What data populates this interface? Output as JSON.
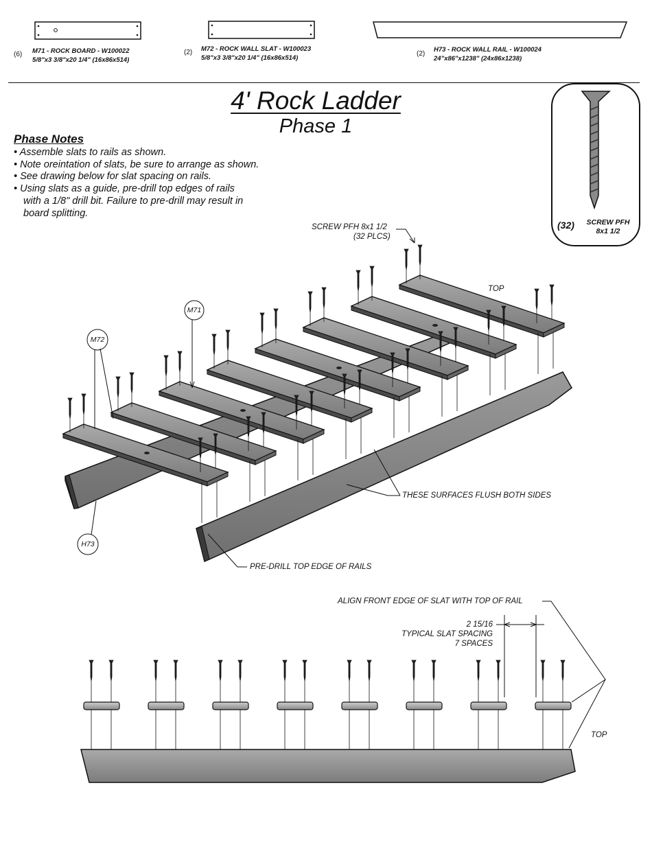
{
  "parts": [
    {
      "qty": "(6)",
      "line1": "M71 - ROCK BOARD - W100022",
      "line2": "5/8\"x3 3/8\"x20 1/4\" (16x86x514)"
    },
    {
      "qty": "(2)",
      "line1": "M72 - ROCK WALL SLAT - W100023",
      "line2": "5/8\"x3 3/8\"x20 1/4\" (16x86x514)"
    },
    {
      "qty": "(2)",
      "line1": "H73 - ROCK WALL RAIL - W100024",
      "line2": "24\"x86\"x1238\" (24x86x1238)"
    }
  ],
  "title": "4' Rock Ladder",
  "subtitle": "Phase 1",
  "notes": {
    "heading": "Phase Notes",
    "lines": [
      "• Assemble slats to rails as shown.",
      "• Note oreintation of slats, be sure to arrange as shown.",
      "• See drawing below for slat spacing on rails.",
      "• Using slats as a guide, pre-drill top edges of rails",
      "with a 1/8\" drill bit.  Failure to pre-drill may result in",
      "board splitting."
    ]
  },
  "screw": {
    "qty": "(32)",
    "name1": "SCREW PFH",
    "name2": "8x1 1/2"
  },
  "labels": {
    "screw_line1": "SCREW PFH 8x1 1/2",
    "screw_line2": "(32 PLCS)",
    "top_upper": "TOP",
    "m71": "M71",
    "m72": "M72",
    "h73": "H73",
    "flush": "THESE SURFACES FLUSH BOTH SIDES",
    "predrill": "PRE-DRILL TOP EDGE OF RAILS",
    "align": "ALIGN FRONT EDGE OF SLAT WITH TOP OF RAIL",
    "spacing1": "2 15/16",
    "spacing2": "TYPICAL SLAT SPACING",
    "spacing3": "7 SPACES",
    "top_lower": "TOP"
  },
  "colors": {
    "wood_light": "#bdbdbd",
    "wood_mid": "#8f8f8f",
    "wood_dark": "#5a5a5a",
    "ink": "#111111"
  }
}
